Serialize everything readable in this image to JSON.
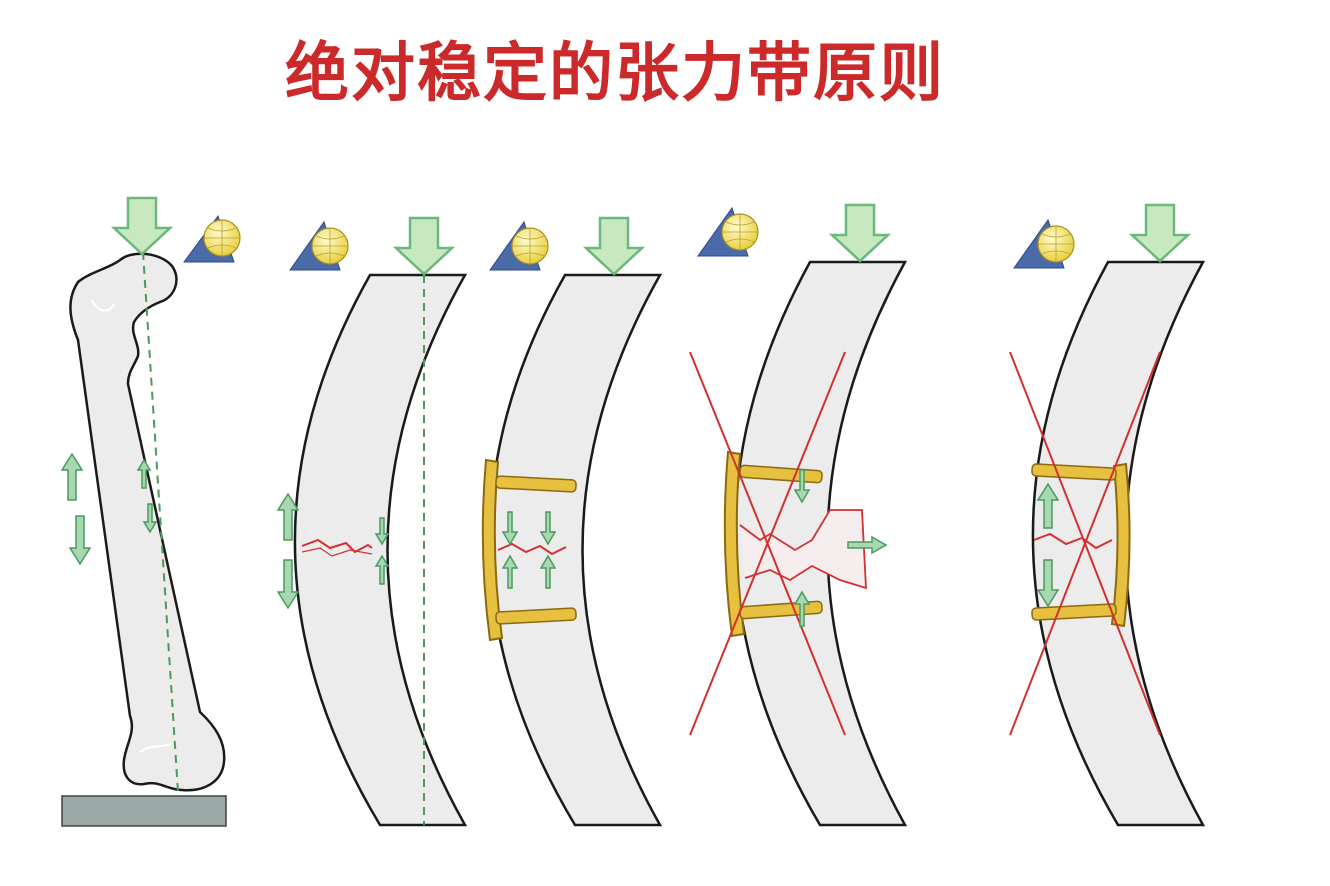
{
  "title": "绝对稳定的张力带原则",
  "colors": {
    "title": "#cc2a2a",
    "bone_fill": "#ececec",
    "bone_stroke": "#1a1a1a",
    "load_arrow_fill": "#c8e8c0",
    "load_arrow_stroke": "#6ab87a",
    "small_arrow_fill": "#a8d8b0",
    "small_arrow_stroke": "#4a9a60",
    "plate_fill": "#e8c040",
    "plate_stroke": "#8a6a10",
    "fracture_line": "#d23030",
    "cross_line": "#d23030",
    "base_block": "#9aa8a6",
    "triangle": "#4a6aa8",
    "sphere": "#f0e060"
  },
  "panels": [
    {
      "name": "femur-standing",
      "icon": "femur-bone-icon"
    },
    {
      "name": "curved-bone-fracture",
      "icon": "curved-bone-icon"
    },
    {
      "name": "plate-tension-side",
      "icon": "plate-icon",
      "valid": true
    },
    {
      "name": "plate-wrong-side-gap",
      "icon": "plate-icon",
      "valid": false
    },
    {
      "name": "plate-compression-side",
      "icon": "plate-icon",
      "valid": false
    }
  ]
}
